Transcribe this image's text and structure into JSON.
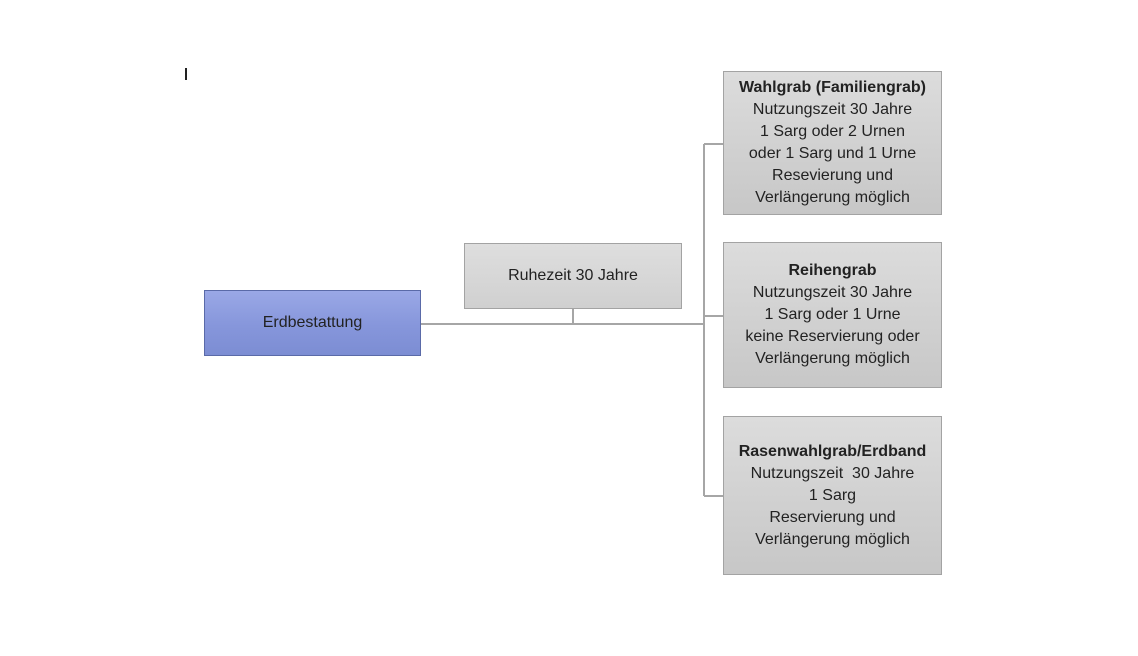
{
  "diagram": {
    "root": {
      "label": "Erdbestattung"
    },
    "assistant": {
      "label": "Ruhezeit 30 Jahre"
    },
    "children": [
      {
        "title": "Wahlgrab (Familiengrab)",
        "lines": [
          "Nutzungszeit 30 Jahre",
          "1 Sarg oder 2 Urnen",
          "oder 1 Sarg und 1 Urne",
          "Resevierung und",
          "Verlängerung möglich"
        ]
      },
      {
        "title": "Reihengrab",
        "lines": [
          "Nutzungszeit 30 Jahre",
          "1 Sarg oder 1 Urne",
          "keine Reservierung oder",
          "Verlängerung möglich"
        ]
      },
      {
        "title": "Rasenwahlgrab/Erdband",
        "lines": [
          "Nutzungszeit  30 Jahre",
          "1 Sarg",
          "Reservierung und",
          "Verlängerung möglich"
        ]
      }
    ],
    "colors": {
      "root_fill": "#8696db",
      "node_fill": "#d0d0d0",
      "connector": "#a6a6a6"
    }
  }
}
